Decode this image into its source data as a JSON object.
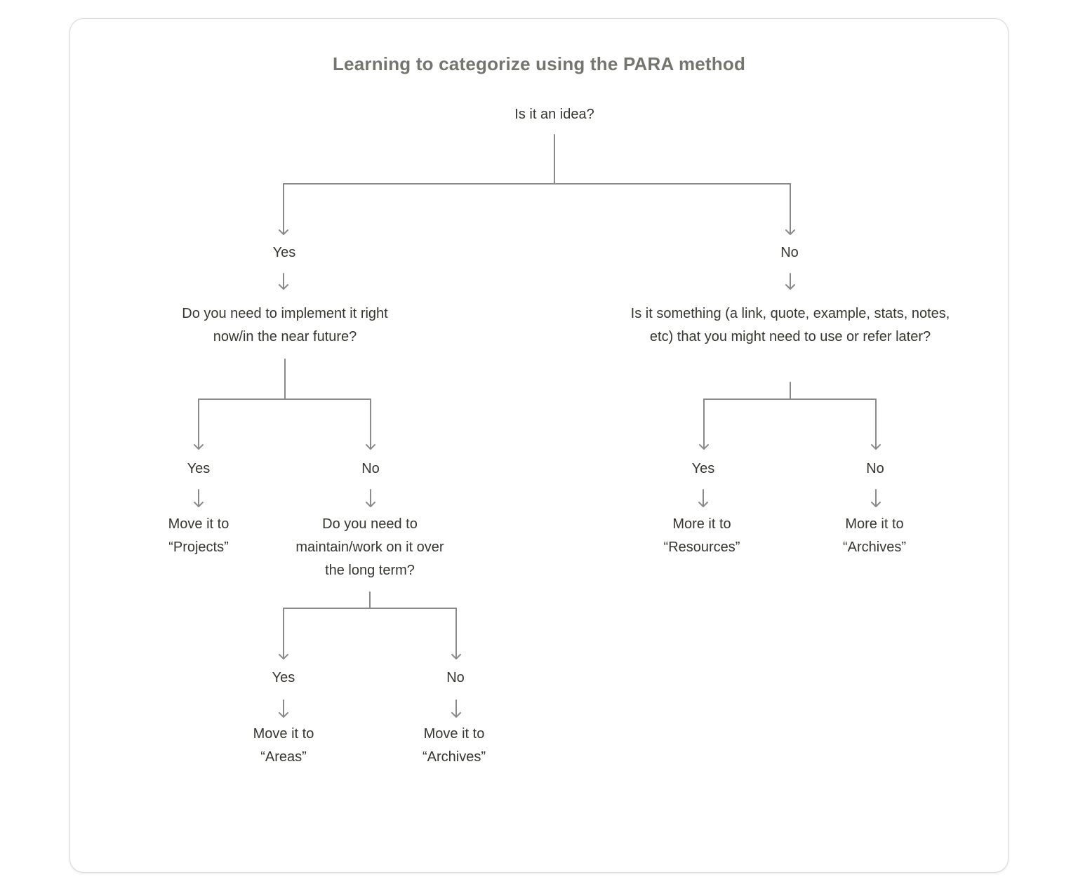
{
  "diagram": {
    "title": "Learning to categorize using the PARA method",
    "root": "Is it an idea?",
    "yes_branch": {
      "answer": "Yes",
      "question": "Do you need to implement it right now/in the near future?",
      "yes": {
        "answer": "Yes",
        "result": "Move it to “Projects”"
      },
      "no": {
        "answer": "No",
        "question": "Do you need to maintain/work on it over the long term?",
        "yes": {
          "answer": "Yes",
          "result": "Move it to “Areas”"
        },
        "no": {
          "answer": "No",
          "result": "Move it to “Archives”"
        }
      }
    },
    "no_branch": {
      "answer": "No",
      "question": "Is it something (a link, quote, example, stats, notes, etc) that you might need to use or refer later?",
      "yes": {
        "answer": "Yes",
        "result": "More it to “Resources”"
      },
      "no": {
        "answer": "No",
        "result": "More it to “Archives”"
      }
    }
  }
}
